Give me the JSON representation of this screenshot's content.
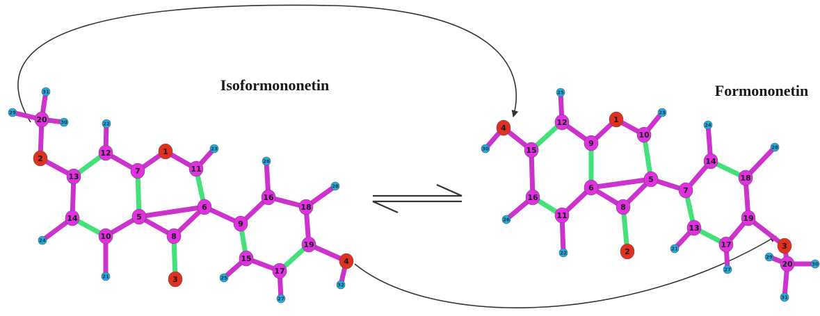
{
  "titles": {
    "left": "Isoformononetin",
    "right": "Formononetin"
  },
  "colors": {
    "carbon": "#e030e0",
    "oxygen": "#e03020",
    "hydrogen": "#20b0e0",
    "bond_c": "#cc33cc",
    "bond_green": "#44e07a",
    "arrow": "#333333"
  },
  "molecules": [
    {
      "id": "isoformononetin",
      "atoms": [
        {
          "n": "20",
          "el": "C"
        },
        {
          "n": "31",
          "el": "H"
        },
        {
          "n": "29",
          "el": "H"
        },
        {
          "n": "30",
          "el": "H"
        },
        {
          "n": "2",
          "el": "O"
        },
        {
          "n": "13",
          "el": "C"
        },
        {
          "n": "12",
          "el": "C"
        },
        {
          "n": "22",
          "el": "H"
        },
        {
          "n": "7",
          "el": "C"
        },
        {
          "n": "1",
          "el": "O"
        },
        {
          "n": "11",
          "el": "C"
        },
        {
          "n": "23",
          "el": "H"
        },
        {
          "n": "6",
          "el": "C"
        },
        {
          "n": "5",
          "el": "C"
        },
        {
          "n": "10",
          "el": "C"
        },
        {
          "n": "14",
          "el": "C"
        },
        {
          "n": "24",
          "el": "H"
        },
        {
          "n": "21",
          "el": "H"
        },
        {
          "n": "8",
          "el": "C"
        },
        {
          "n": "3",
          "el": "O"
        },
        {
          "n": "9",
          "el": "C"
        },
        {
          "n": "16",
          "el": "C"
        },
        {
          "n": "26",
          "el": "H"
        },
        {
          "n": "18",
          "el": "C"
        },
        {
          "n": "28",
          "el": "H"
        },
        {
          "n": "19",
          "el": "C"
        },
        {
          "n": "4",
          "el": "O"
        },
        {
          "n": "32",
          "el": "H"
        },
        {
          "n": "17",
          "el": "C"
        },
        {
          "n": "27",
          "el": "H"
        },
        {
          "n": "15",
          "el": "C"
        },
        {
          "n": "25",
          "el": "H"
        }
      ]
    },
    {
      "id": "formononetin",
      "atoms": [
        {
          "n": "4",
          "el": "O"
        },
        {
          "n": "30",
          "el": "H"
        },
        {
          "n": "15",
          "el": "C"
        },
        {
          "n": "12",
          "el": "C"
        },
        {
          "n": "25",
          "el": "H"
        },
        {
          "n": "9",
          "el": "C"
        },
        {
          "n": "1",
          "el": "O"
        },
        {
          "n": "10",
          "el": "C"
        },
        {
          "n": "23",
          "el": "H"
        },
        {
          "n": "6",
          "el": "C"
        },
        {
          "n": "5",
          "el": "C"
        },
        {
          "n": "8",
          "el": "C"
        },
        {
          "n": "2",
          "el": "O"
        },
        {
          "n": "16",
          "el": "C"
        },
        {
          "n": "26",
          "el": "H"
        },
        {
          "n": "11",
          "el": "C"
        },
        {
          "n": "22",
          "el": "H"
        },
        {
          "n": "7",
          "el": "C"
        },
        {
          "n": "14",
          "el": "C"
        },
        {
          "n": "24",
          "el": "H"
        },
        {
          "n": "18",
          "el": "C"
        },
        {
          "n": "28",
          "el": "H"
        },
        {
          "n": "19",
          "el": "C"
        },
        {
          "n": "3",
          "el": "O"
        },
        {
          "n": "20",
          "el": "C"
        },
        {
          "n": "29",
          "el": "H"
        },
        {
          "n": "30",
          "el": "H"
        },
        {
          "n": "31",
          "el": "H"
        },
        {
          "n": "17",
          "el": "C"
        },
        {
          "n": "27",
          "el": "H"
        },
        {
          "n": "13",
          "el": "C"
        },
        {
          "n": "21",
          "el": "H"
        }
      ]
    }
  ]
}
